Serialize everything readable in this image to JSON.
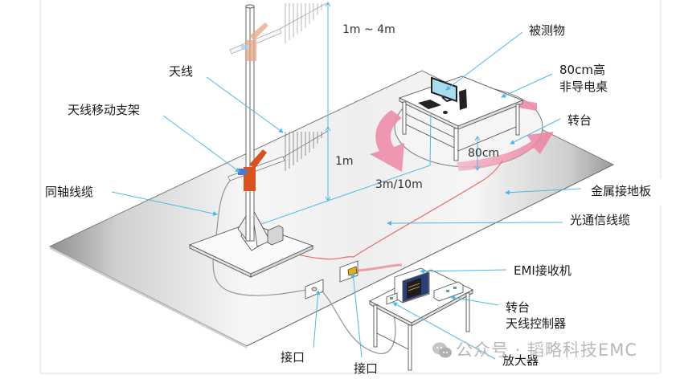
{
  "diagram": {
    "title_hidden": "",
    "labels": {
      "antenna": "天线",
      "antenna_mast": "天线移动支架",
      "coax_cable": "同轴线缆",
      "eut": "被测物",
      "table": "80cm高\n非导电桌",
      "table_line1": "80cm高",
      "table_line2": "非导电桌",
      "turntable": "转台",
      "ground_plane": "金属接地板",
      "fiber_cable": "光通信线缆",
      "emi_receiver": "EMI接收机",
      "controller_line1": "转台",
      "controller_line2": "天线控制器",
      "interface_left": "接口",
      "interface_right": "接口",
      "amplifier": "放大器"
    },
    "dimensions": {
      "height_range": "1m ~ 4m",
      "antenna_height": "1m",
      "distance": "3m/10m",
      "table_height": "80cm"
    },
    "watermark": {
      "icon": "wechat-icon",
      "text": "公众号 · 韬略科技EMC"
    },
    "colors": {
      "leader_line": "#4fb8e6",
      "fiber": "#e96a6a",
      "rotation_arrow": "#ef8aa6",
      "mast_bracket": "#d9531e",
      "mast_bracket_faded": "#e8a582",
      "ground_plane_dark": "#9a9a9a",
      "ground_plane_light": "#f4f4f4",
      "amp_yellow": "#e0b020",
      "screen": "#a9dcef"
    }
  }
}
